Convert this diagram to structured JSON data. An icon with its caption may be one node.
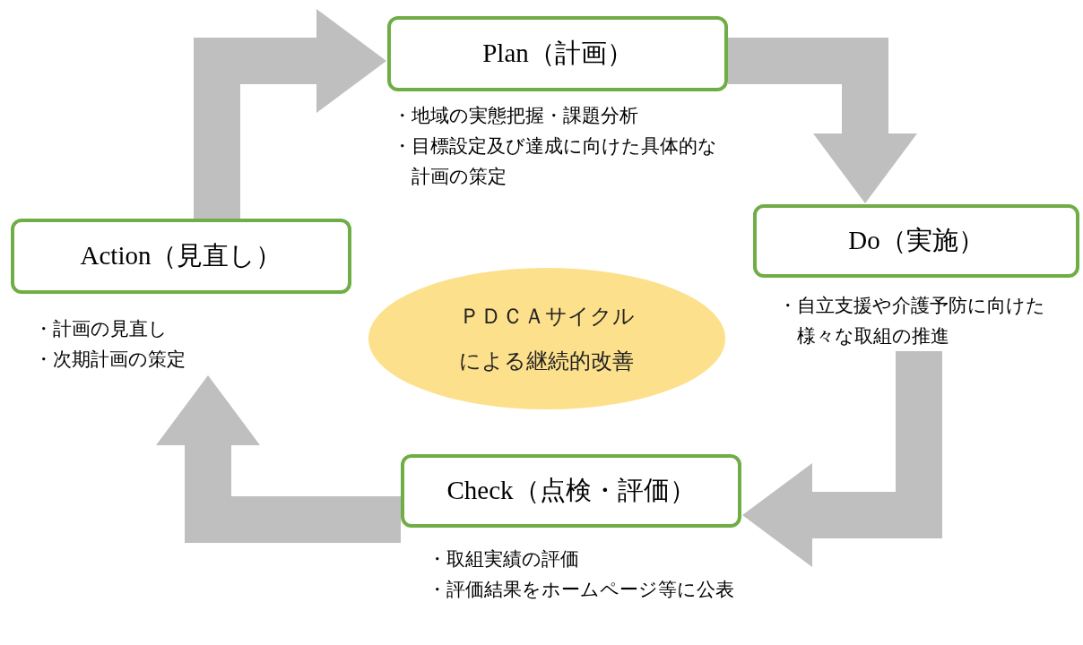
{
  "diagram": {
    "nodes": [
      {
        "text": [
          "Plan（計画）"
        ],
        "beside": [
          "・地域の実態把握・課題分析",
          "・目標設定及び達成に向けた具体的な計画の策定"
        ]
      },
      {
        "text": [
          "Do（実施）"
        ],
        "beside": [
          "・自立支援や介護予防に向けた様々な取組の推進"
        ]
      },
      {
        "text": [
          "Check（点検・評価）"
        ],
        "beside": [
          "・取組実績の評価",
          "・評価結果をホームページ等に公表"
        ]
      },
      {
        "text": [
          "Action（見直し）"
        ],
        "beside": [
          "・計画の見直し",
          "・次期計画の策定"
        ]
      },
      {
        "text": [
          "ＰＤＣＡサイクルによる継続的改善"
        ]
      }
    ],
    "edges": [
      {
        "from": 3,
        "to": 0,
        "arrow": "to"
      },
      {
        "from": 0,
        "to": 1,
        "arrow": "to"
      },
      {
        "from": 1,
        "to": 2,
        "arrow": "to"
      },
      {
        "from": 2,
        "to": 3,
        "arrow": "to"
      }
    ]
  }
}
